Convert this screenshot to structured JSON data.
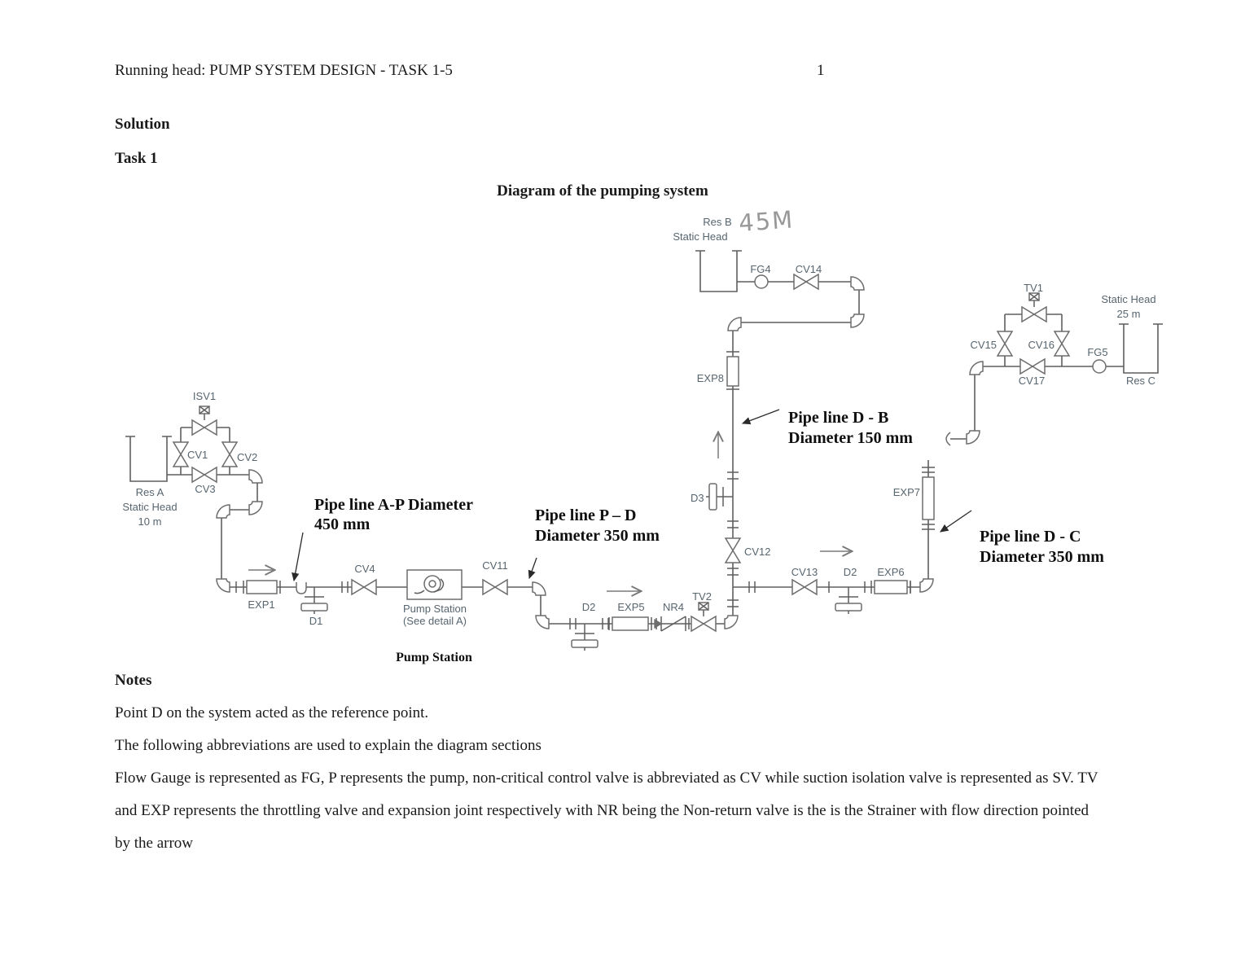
{
  "page": {
    "running_head": "Running head: PUMP SYSTEM DESIGN - TASK 1-5",
    "page_number": "1",
    "solution_heading": "Solution",
    "task_heading": "Task 1",
    "diagram_title": "Diagram of the pumping system",
    "notes_heading": "Notes",
    "notes": [
      "Point D on the system acted as the reference point.",
      "The following abbreviations are used to explain the diagram sections",
      "Flow Gauge is represented as FG, P represents the pump, non-critical control valve is abbreviated as CV while suction isolation valve is represented as SV. TV and EXP represents the throttling valve and expansion joint respectively with NR being the Non-return valve is the is the Strainer with flow direction pointed by the arrow"
    ]
  },
  "diagram": {
    "colors": {
      "pipe": "#5f5f5f",
      "label": "#57656f",
      "annotation": "#101010",
      "handwriting": "#989898"
    },
    "labels": {
      "res_a": "Res A",
      "res_a_sh": "Static Head",
      "res_a_h": "10 m",
      "isv1": "ISV1",
      "cv1": "CV1",
      "cv2": "CV2",
      "cv3": "CV3",
      "exp1": "EXP1",
      "d1": "D1",
      "cv4": "CV4",
      "pump1": "Pump Station",
      "pump2": "(See detail A)",
      "pump_caption": "Pump Station",
      "cv11": "CV11",
      "d2": "D2",
      "exp5": "EXP5",
      "nr4": "NR4",
      "tv2": "TV2",
      "d3": "D3",
      "cv12": "CV12",
      "cv13": "CV13",
      "d2b": "D2",
      "exp6": "EXP6",
      "exp7": "EXP7",
      "exp8": "EXP8",
      "res_b": "Res B",
      "res_b_sh": "Static Head",
      "handwriting": "45M",
      "fg4": "FG4",
      "cv14": "CV14",
      "tv1": "TV1",
      "cv15": "CV15",
      "cv16": "CV16",
      "cv17": "CV17",
      "fg5": "FG5",
      "res_c": "Res C",
      "res_c_sh": "Static Head",
      "res_c_h": "25 m",
      "ann_ap1": "Pipe line A-P Diameter",
      "ann_ap2": "450 mm",
      "ann_pd1": "Pipe line P – D",
      "ann_pd2": "Diameter 350 mm",
      "ann_db1": "Pipe line D - B",
      "ann_db2": "Diameter 150 mm",
      "ann_dc1": "Pipe line D - C",
      "ann_dc2": "Diameter 350 mm"
    }
  }
}
